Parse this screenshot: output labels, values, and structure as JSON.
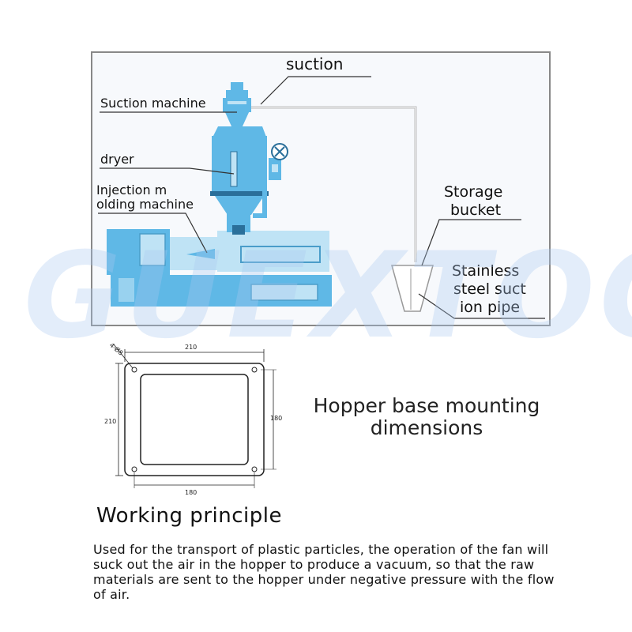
{
  "labels": {
    "suction": "suction",
    "suction_machine": "Suction machine",
    "dryer": "dryer",
    "injection_line1": "Injection m",
    "injection_line2": "olding machine",
    "storage_line1": "Storage",
    "storage_line2": "bucket",
    "pipe_line1": "Stainless",
    "pipe_line2": "steel suct",
    "pipe_line3": "ion pipe"
  },
  "watermark": "GUEXTOOL",
  "mounting": {
    "title_line1": "Hopper base mounting",
    "title_line2": "dimensions",
    "dim_top": "210",
    "dim_left": "210",
    "dim_right": "180",
    "dim_bottom": "180",
    "dim_hole": "4-Ø8"
  },
  "working_principle": {
    "heading": "Working principle",
    "body": "Used for the transport of plastic particles, the operation of the fan will suck out the air in the hopper to produce a vacuum, so that the raw materials are sent to the hopper under negative pressure with the flow of air."
  },
  "colors": {
    "machine_blue": "#5fb8e6",
    "machine_light": "#bfe3f5",
    "frame": "#888888",
    "panel_bg": "#f7f9fc"
  }
}
